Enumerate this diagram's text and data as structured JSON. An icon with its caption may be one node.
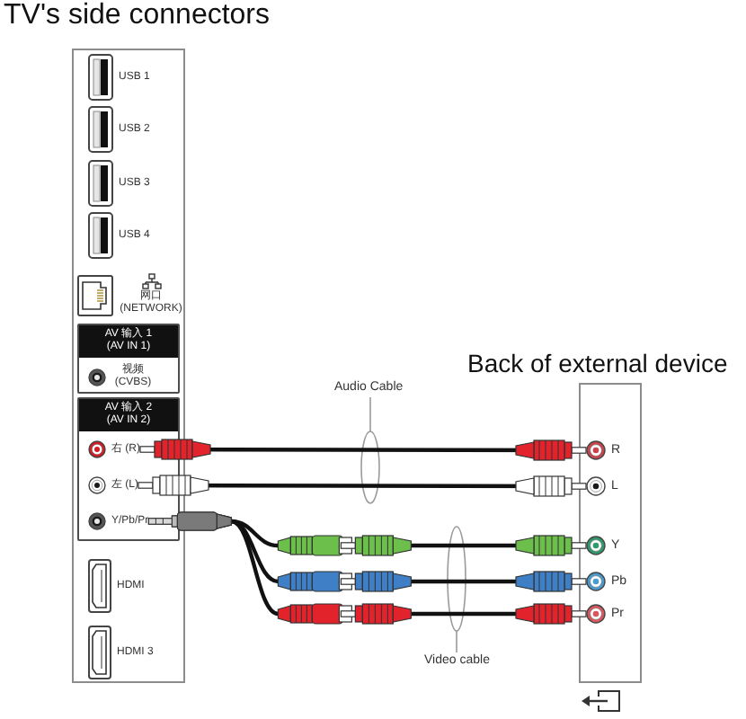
{
  "diagram": {
    "nodes": [
      {
        "text": [
          "TV's side connectors"
        ]
      },
      {
        "text": [
          "USB 1"
        ],
        "in": 0
      },
      {
        "text": [
          "USB 2"
        ],
        "in": 0
      },
      {
        "text": [
          "USB 3"
        ],
        "in": 0
      },
      {
        "text": [
          "USB 4"
        ],
        "in": 0
      },
      {
        "text": [
          "网口 (NETWORK)"
        ],
        "in": 0
      },
      {
        "text": [
          "AV 输入 1 (AV IN 1)"
        ],
        "in": 0
      },
      {
        "text": [
          "视频 (CVBS)"
        ],
        "in": 6
      },
      {
        "text": [
          "AV 输入 2 (AV IN 2)"
        ],
        "in": 0
      },
      {
        "text": [
          "右 (R)"
        ],
        "in": 8
      },
      {
        "text": [
          "左 (L)"
        ],
        "in": 8
      },
      {
        "text": [
          "Y/Pb/Pr"
        ],
        "in": 8
      },
      {
        "text": [
          "HDMI"
        ],
        "in": 0
      },
      {
        "text": [
          "HDMI 3"
        ],
        "in": 0
      },
      {
        "text": [
          "Back of external device"
        ]
      },
      {
        "text": [
          "R"
        ],
        "in": 14
      },
      {
        "text": [
          "L"
        ],
        "in": 14
      },
      {
        "text": [
          "Y"
        ],
        "in": 14
      },
      {
        "text": [
          "Pb"
        ],
        "in": 14
      },
      {
        "text": [
          "Pr"
        ],
        "in": 14
      }
    ],
    "edges": [
      {
        "from": 9,
        "to": 15,
        "arrow": "other"
      },
      {
        "from": 10,
        "to": 16,
        "arrow": "other"
      },
      {
        "from": 11,
        "to": 17,
        "arrow": "other"
      },
      {
        "from": 11,
        "to": 18,
        "arrow": "other"
      },
      {
        "from": 11,
        "to": 19,
        "arrow": "other"
      }
    ],
    "labels": [
      "Audio Cable",
      "Video cable"
    ]
  }
}
